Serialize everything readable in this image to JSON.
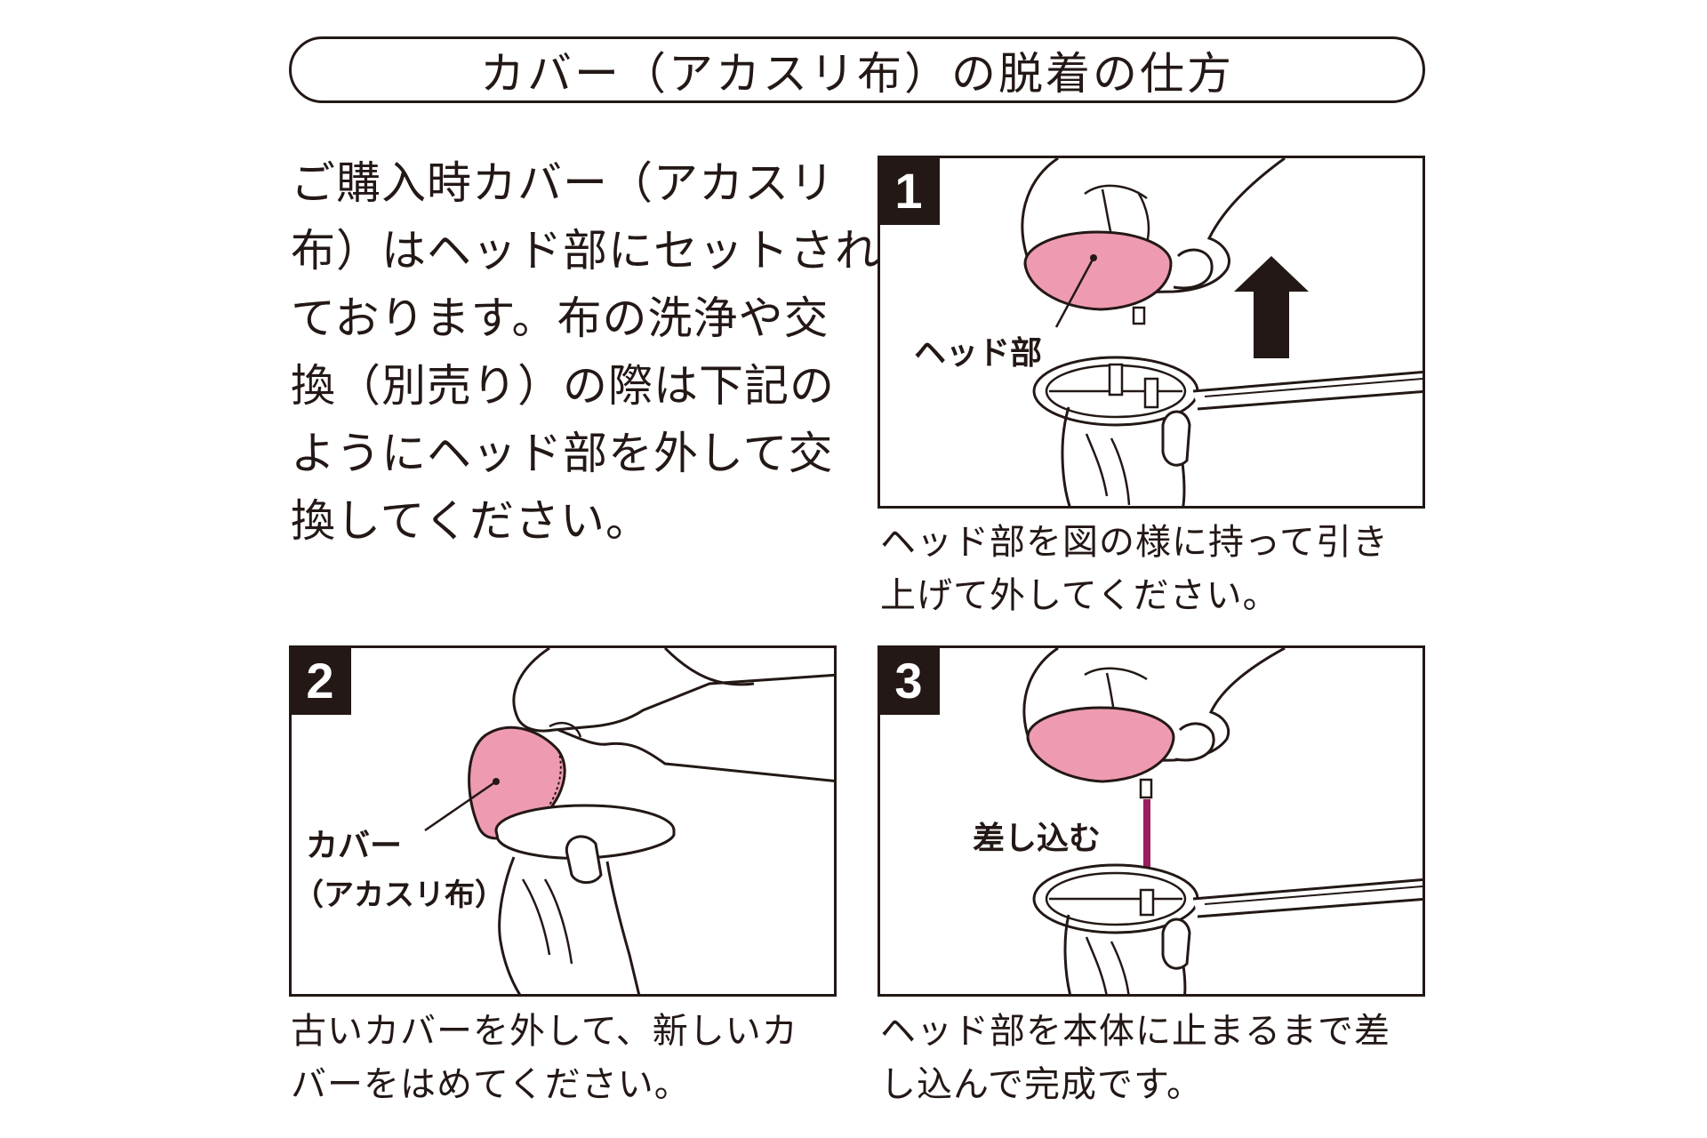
{
  "title": "カバー（アカスリ布）の脱着の仕方",
  "intro_lines": [
    "ご購入時カバー（アカスリ",
    "布）はヘッド部にセットされ",
    "ております。布の洗浄や交",
    "換（別売り）の際は下記の",
    "ようにヘッド部を外して交",
    "換してください。"
  ],
  "steps": [
    {
      "number": "1",
      "label": "ヘッド部",
      "caption_lines": [
        "ヘッド部を図の様に持って引き",
        "上げて外してください。"
      ]
    },
    {
      "number": "2",
      "label_lines": [
        "カバー",
        "（アカスリ布）"
      ],
      "caption_lines": [
        "古いカバーを外して、新しいカ",
        "バーをはめてください。"
      ]
    },
    {
      "number": "3",
      "label": "差し込む",
      "caption_lines": [
        "ヘッド部を本体に止まるまで差",
        "し込んで完成です。"
      ]
    }
  ],
  "colors": {
    "ink": "#231815",
    "pink": "#EE9BB2",
    "arrow": "#9B1F5E"
  }
}
